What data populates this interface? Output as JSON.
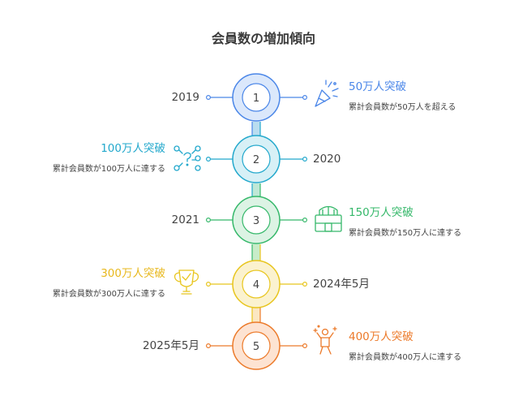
{
  "title": "会員数の増加傾向",
  "colors": {
    "c1": "#4a86e8",
    "c2": "#22a8cc",
    "c3": "#35b86a",
    "c4": "#e8c51d",
    "c5": "#ec7a2a"
  },
  "milestones": [
    {
      "num": "1",
      "date": "2019",
      "title": "50万人突破",
      "desc": "累計会員数が50万人を超える",
      "icon": "party-popper-icon"
    },
    {
      "num": "2",
      "date": "2020",
      "title": "100万人突破",
      "desc": "累計会員数が100万人に達する",
      "icon": "network-question-icon"
    },
    {
      "num": "3",
      "date": "2021",
      "title": "150万人突破",
      "desc": "累計会員数が150万人に達する",
      "icon": "stadium-icon"
    },
    {
      "num": "4",
      "date": "2024年5月",
      "title": "300万人突破",
      "desc": "累計会員数が300万人に達する",
      "icon": "trophy-icon"
    },
    {
      "num": "5",
      "date": "2025年5月",
      "title": "400万人突破",
      "desc": "累計会員数が400万人に達する",
      "icon": "celebrating-person-icon"
    }
  ]
}
